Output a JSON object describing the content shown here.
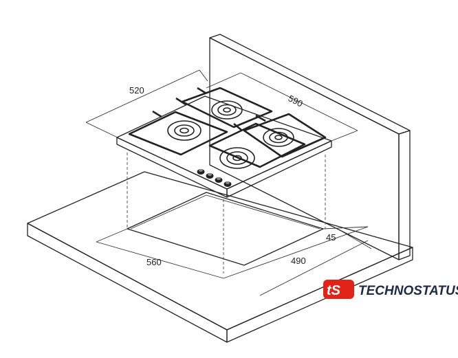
{
  "dimensions": {
    "hob_depth": "520",
    "hob_width": "590",
    "cutout_width": "560",
    "cutout_depth": "490",
    "wall_clearance": "45"
  },
  "brand": {
    "logo_letters": "tS",
    "name": "TECHNOSTATUS",
    "logo_color": "#e2231a",
    "text_color": "#1f2a44"
  },
  "icons": [
    "hob-drawing",
    "logo-icon"
  ]
}
